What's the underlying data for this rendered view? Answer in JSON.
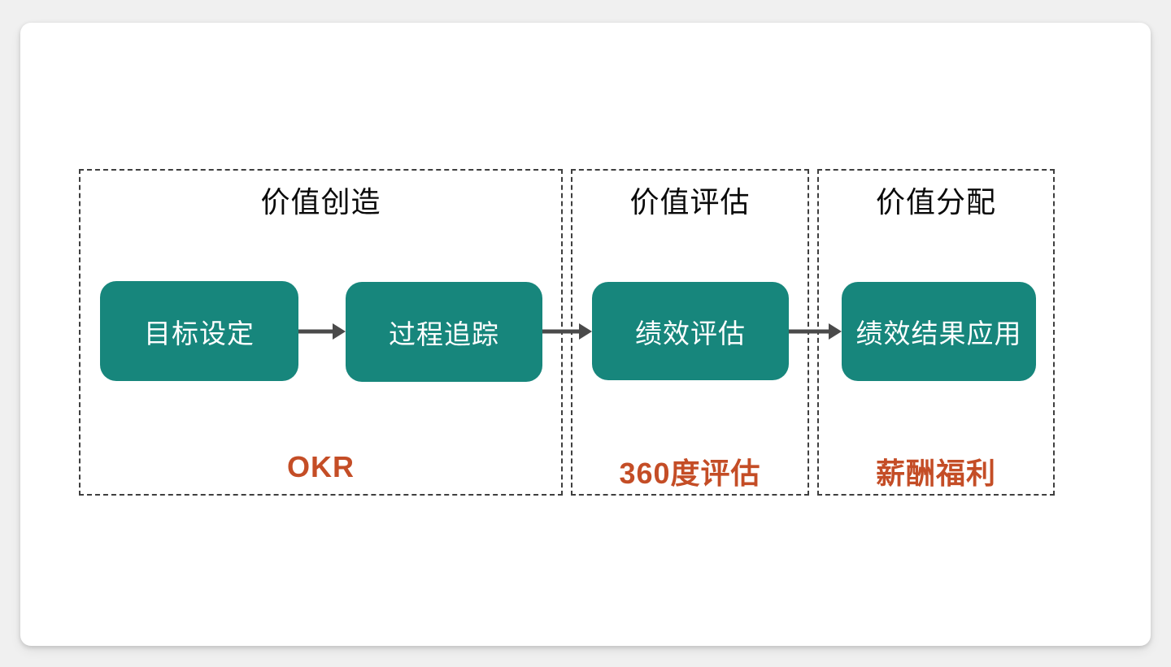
{
  "diagram": {
    "sections": [
      {
        "title": "价值创造",
        "method": "OKR",
        "nodes": [
          "目标设定",
          "过程追踪"
        ]
      },
      {
        "title": "价值评估",
        "method": "360度评估",
        "nodes": [
          "绩效评估"
        ]
      },
      {
        "title": "价值分配",
        "method": "薪酬福利",
        "nodes": [
          "绩效结果应用"
        ]
      }
    ],
    "colors": {
      "page_bg": "#F0F0F0",
      "card_bg": "#FFFFFF",
      "node_fill": "#17867C",
      "node_text": "#FFFFFF",
      "method_text": "#C44D26",
      "section_border": "#3F3F3F",
      "arrow": "#4A4A4A",
      "title_text": "#0A0A0A"
    }
  }
}
